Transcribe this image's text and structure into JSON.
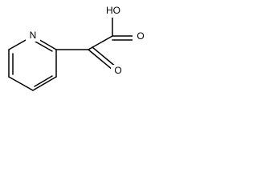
{
  "molecule": {
    "atoms": {
      "nitrogen": "N",
      "hydroxyl": "HO",
      "carbonyl_oxygen_top": "O",
      "carbonyl_oxygen_bottom": "O"
    },
    "colors": {
      "bond": "#000000",
      "label": "#000000",
      "background": "#ffffff"
    }
  }
}
